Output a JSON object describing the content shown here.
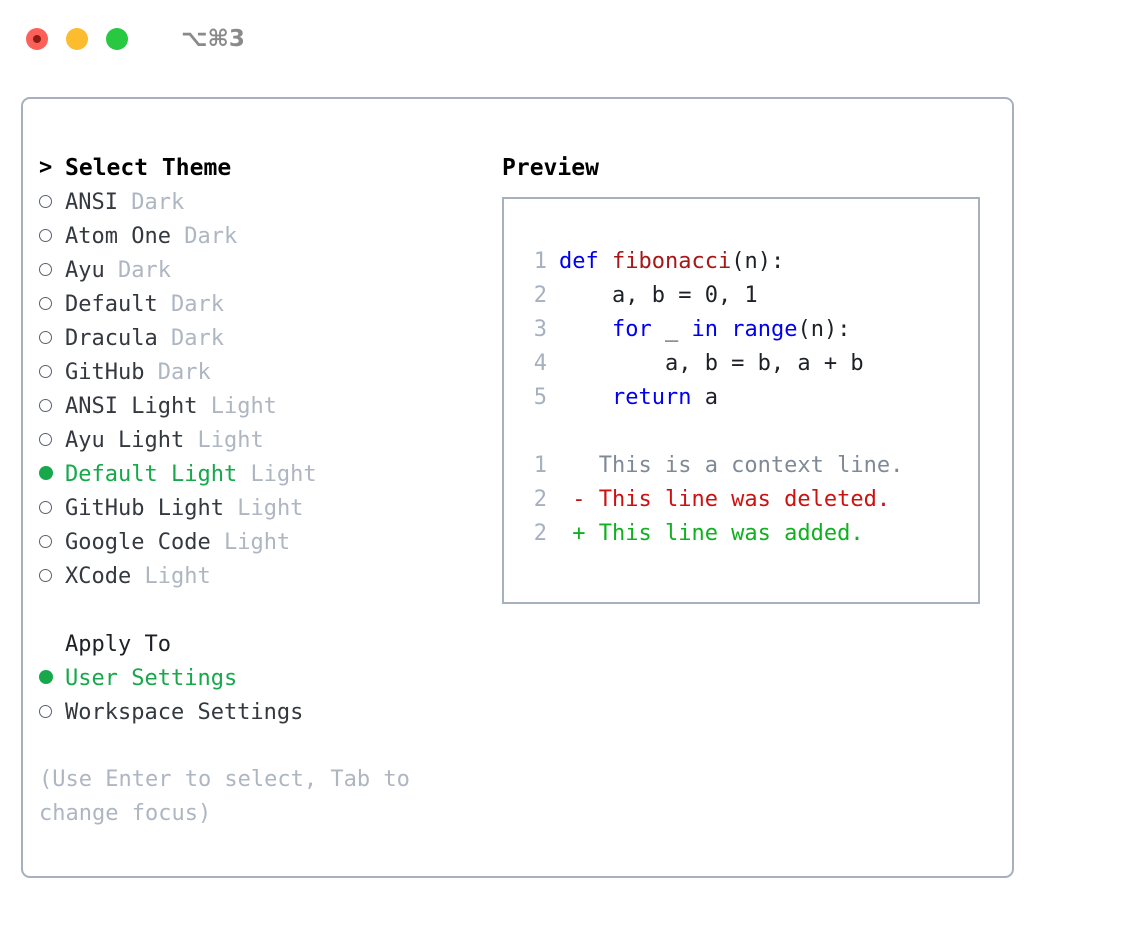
{
  "titlebar": {
    "shortcut": "⌥⌘3",
    "buttons": [
      {
        "name": "close",
        "color": "#fc6059"
      },
      {
        "name": "minimize",
        "color": "#fbbd2e"
      },
      {
        "name": "maximize",
        "color": "#28c840"
      }
    ]
  },
  "colors": {
    "selected_green": "#16a84a",
    "muted_gray": "#aeb6c2",
    "border": "#a6b0bf",
    "keyword_blue": "#0000ee",
    "function_red": "#a61717",
    "diff_deleted": "#cc1111",
    "diff_added": "#10b020",
    "text": "#34383f"
  },
  "theme_list": {
    "header_marker": ">",
    "header": "Select Theme",
    "items": [
      {
        "name": "ANSI",
        "variant": "Dark",
        "selected": false
      },
      {
        "name": "Atom One",
        "variant": "Dark",
        "selected": false
      },
      {
        "name": "Ayu",
        "variant": "Dark",
        "selected": false
      },
      {
        "name": "Default",
        "variant": "Dark",
        "selected": false
      },
      {
        "name": "Dracula",
        "variant": "Dark",
        "selected": false
      },
      {
        "name": "GitHub",
        "variant": "Dark",
        "selected": false
      },
      {
        "name": "ANSI Light",
        "variant": "Light",
        "selected": false
      },
      {
        "name": "Ayu Light",
        "variant": "Light",
        "selected": false
      },
      {
        "name": "Default Light",
        "variant": "Light",
        "selected": true
      },
      {
        "name": "GitHub Light",
        "variant": "Light",
        "selected": false
      },
      {
        "name": "Google Code",
        "variant": "Light",
        "selected": false
      },
      {
        "name": "XCode",
        "variant": "Light",
        "selected": false
      }
    ]
  },
  "apply_to": {
    "title": "Apply To",
    "items": [
      {
        "name": "User Settings",
        "selected": true
      },
      {
        "name": "Workspace Settings",
        "selected": false
      }
    ]
  },
  "hint": "(Use Enter to select, Tab to change focus)",
  "preview": {
    "title": "Preview",
    "code_lines": [
      {
        "no": "1",
        "tokens": [
          {
            "t": "def ",
            "c": "kw"
          },
          {
            "t": "fibonacci",
            "c": "fn"
          },
          {
            "t": "(n):",
            "c": "txt"
          }
        ]
      },
      {
        "no": "2",
        "tokens": [
          {
            "t": "    a, b = 0, 1",
            "c": "txt"
          }
        ]
      },
      {
        "no": "3",
        "tokens": [
          {
            "t": "    ",
            "c": "txt"
          },
          {
            "t": "for",
            "c": "kw"
          },
          {
            "t": " _ ",
            "c": "txt"
          },
          {
            "t": "in",
            "c": "kw"
          },
          {
            "t": " ",
            "c": "txt"
          },
          {
            "t": "range",
            "c": "kw"
          },
          {
            "t": "(n):",
            "c": "txt"
          }
        ]
      },
      {
        "no": "4",
        "tokens": [
          {
            "t": "        a, b = b, a + b",
            "c": "txt"
          }
        ]
      },
      {
        "no": "5",
        "tokens": [
          {
            "t": "    ",
            "c": "txt"
          },
          {
            "t": "return",
            "c": "kw"
          },
          {
            "t": " a",
            "c": "txt"
          }
        ]
      }
    ],
    "diff_lines": [
      {
        "no": "1",
        "tokens": [
          {
            "t": "   This is a context line.",
            "c": "ctx"
          }
        ]
      },
      {
        "no": "2",
        "tokens": [
          {
            "t": " - This line was deleted.",
            "c": "del"
          }
        ]
      },
      {
        "no": "2",
        "tokens": [
          {
            "t": " + This line was added.",
            "c": "add"
          }
        ]
      }
    ]
  }
}
